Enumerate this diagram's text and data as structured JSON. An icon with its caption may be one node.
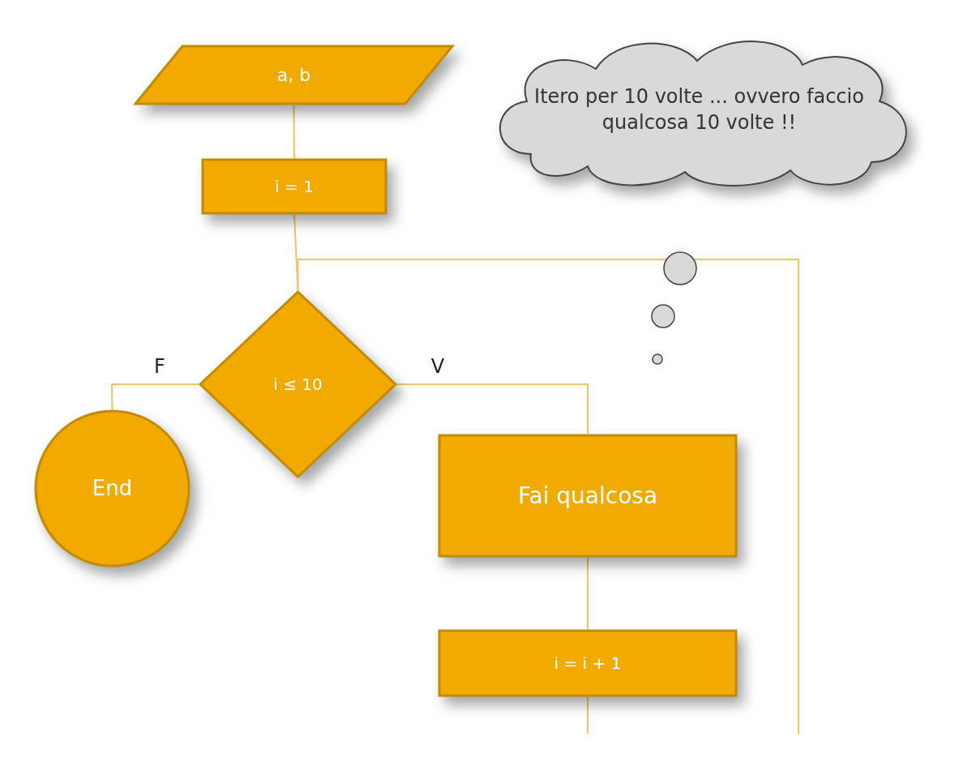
{
  "diagram": {
    "nodes": [
      {
        "text": [
          "a, b"
        ]
      },
      {
        "text": [
          "i = 1"
        ]
      },
      {
        "text": [
          "Itero per 10 volte ... ovvero faccio qualcosa 10 volte !!"
        ]
      },
      {
        "text": [
          "i ≤ 10"
        ]
      },
      {
        "text": [
          "End"
        ]
      },
      {
        "text": [
          "Fai qualcosa"
        ]
      },
      {
        "text": [
          "i = i + 1"
        ]
      }
    ],
    "edges": [
      {
        "from": 0,
        "to": 1,
        "arrow": "none"
      },
      {
        "from": 1,
        "to": 3,
        "arrow": "none"
      },
      {
        "from": 3,
        "to": 4,
        "arrow": "none",
        "label": "F"
      },
      {
        "from": 3,
        "to": 5,
        "arrow": "none",
        "label": "V"
      },
      {
        "from": 5,
        "to": 6,
        "arrow": "none"
      },
      {
        "from": 6,
        "to": null,
        "arrow": "none"
      },
      {
        "from": null,
        "to": 3,
        "arrow": "none"
      }
    ]
  }
}
